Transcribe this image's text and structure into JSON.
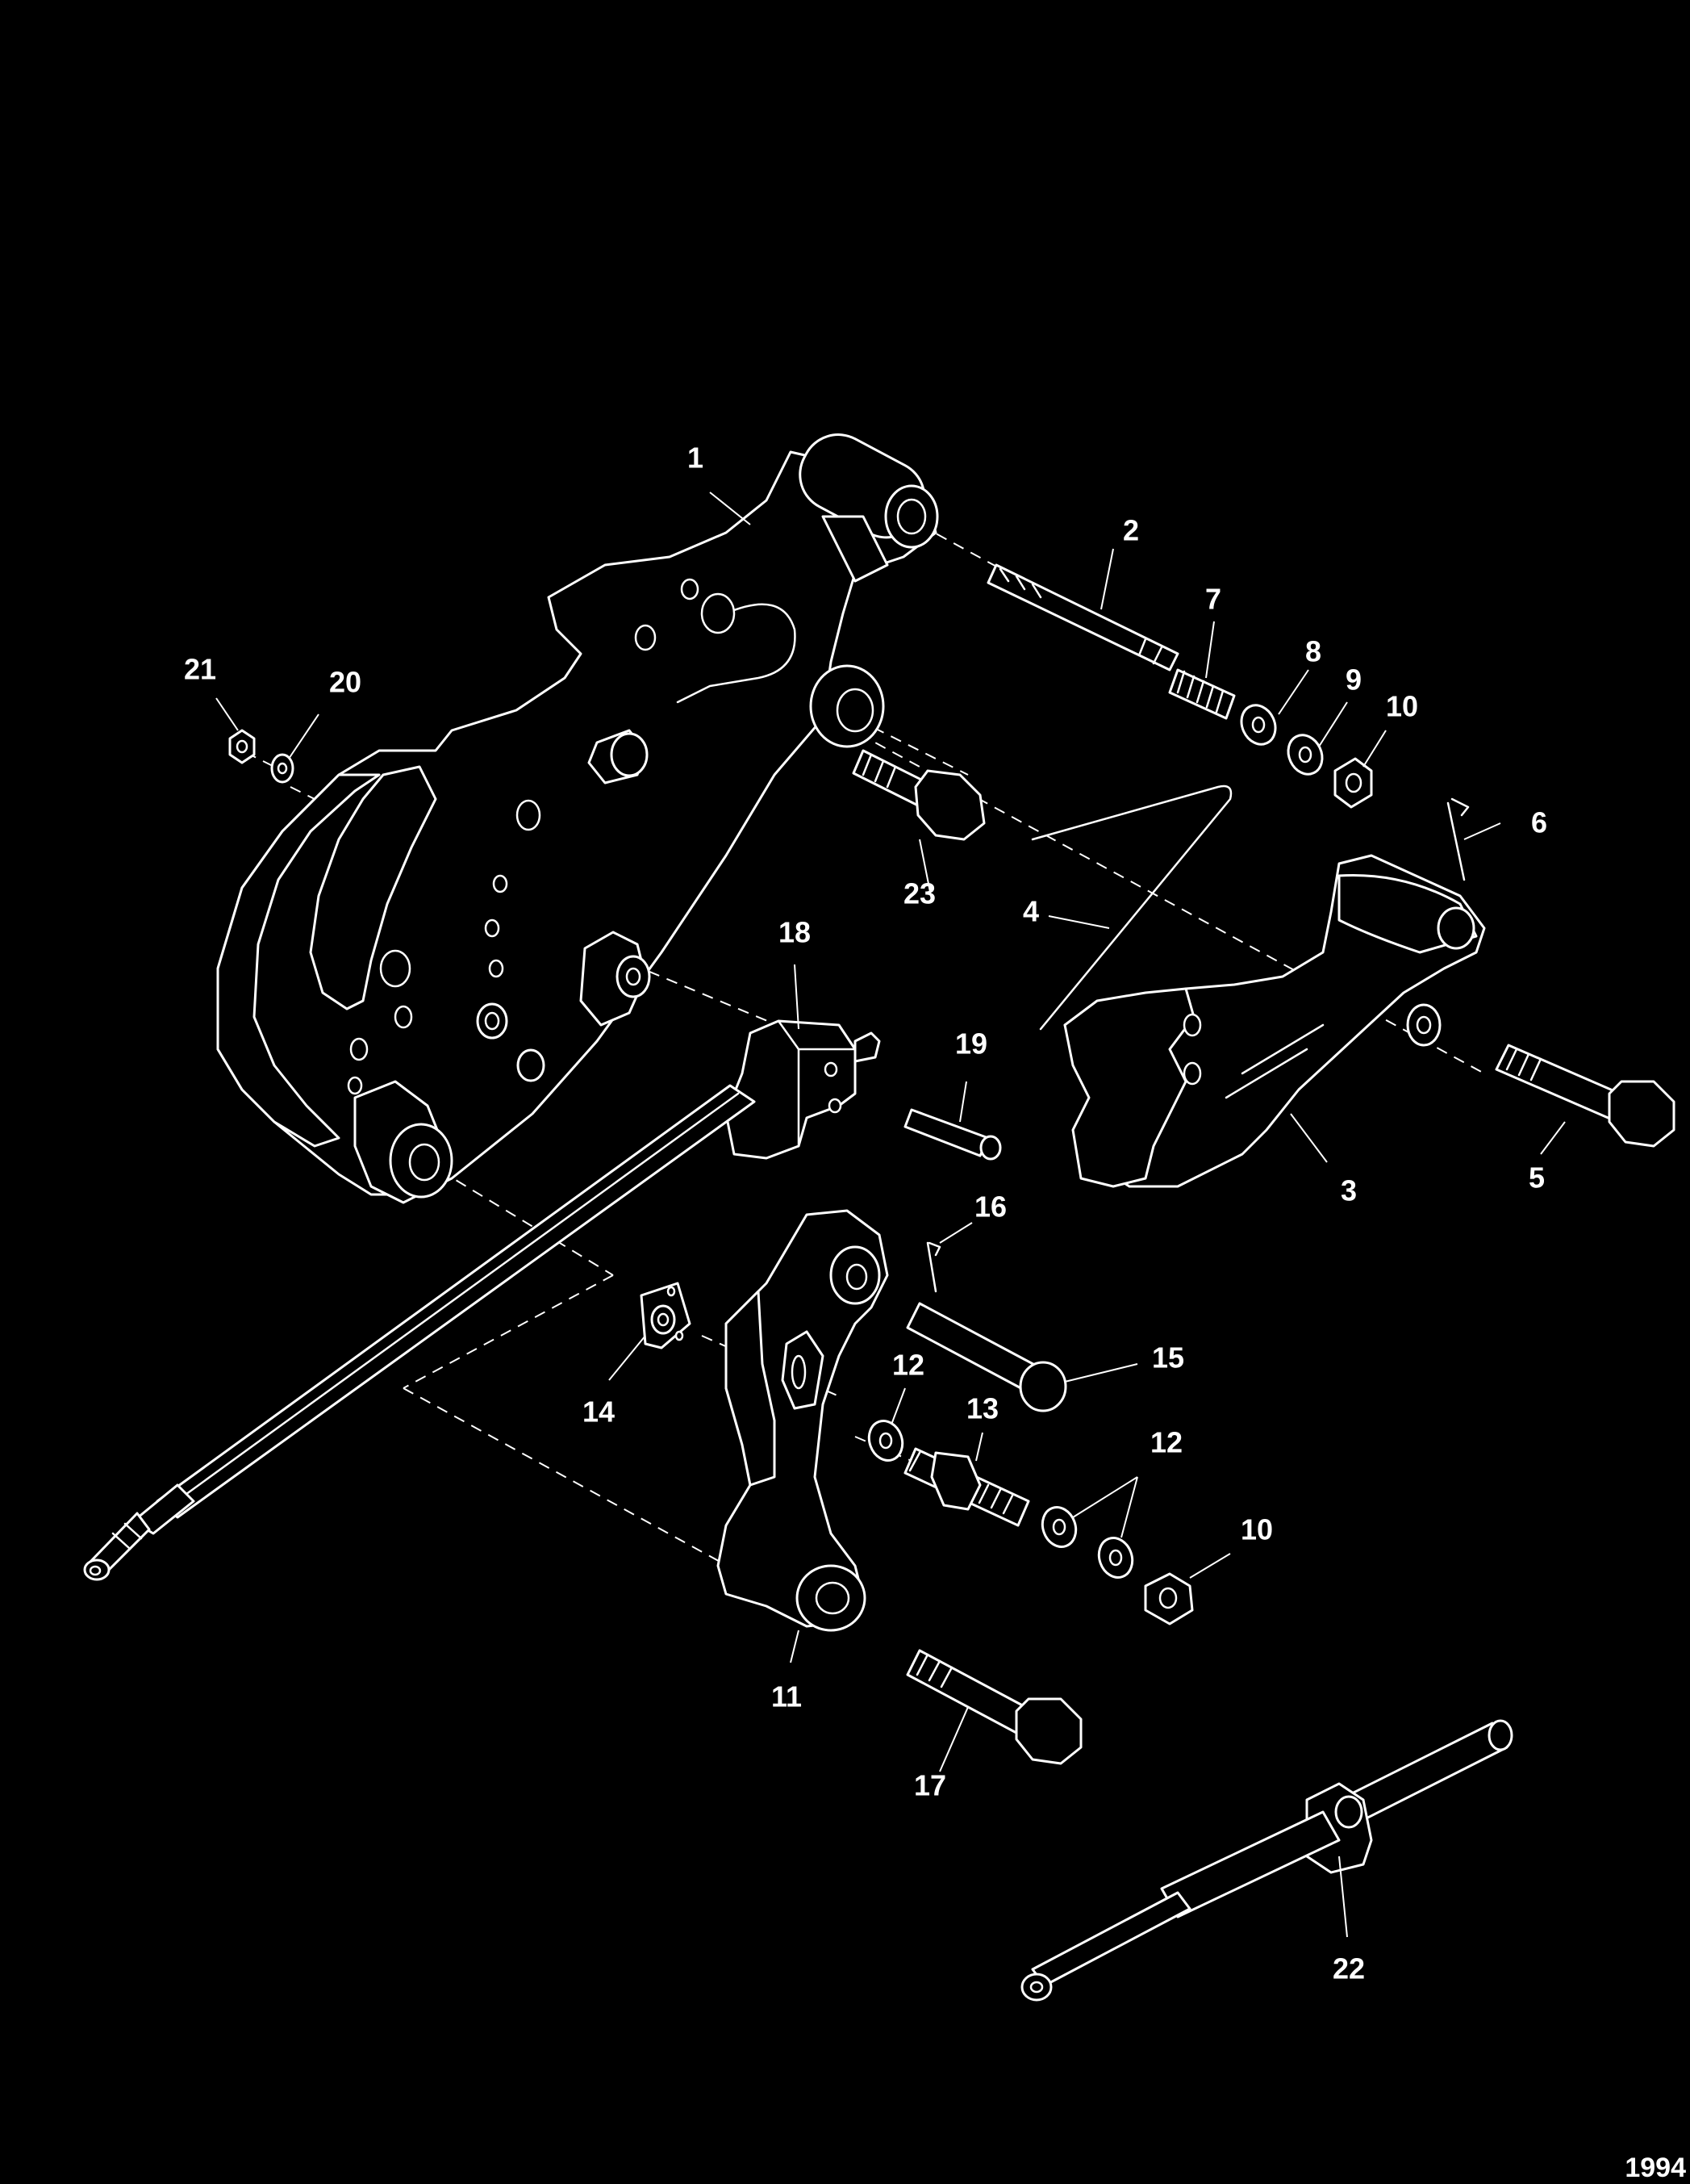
{
  "diagram": {
    "figure_number": "1994",
    "callouts": [
      {
        "key": "c1",
        "label": "1"
      },
      {
        "key": "c2",
        "label": "2"
      },
      {
        "key": "c3",
        "label": "3"
      },
      {
        "key": "c4",
        "label": "4"
      },
      {
        "key": "c5",
        "label": "5"
      },
      {
        "key": "c6",
        "label": "6"
      },
      {
        "key": "c7",
        "label": "7"
      },
      {
        "key": "c8",
        "label": "8"
      },
      {
        "key": "c9",
        "label": "9"
      },
      {
        "key": "c10a",
        "label": "10"
      },
      {
        "key": "c10b",
        "label": "10"
      },
      {
        "key": "c11",
        "label": "11"
      },
      {
        "key": "c12a",
        "label": "12"
      },
      {
        "key": "c12b",
        "label": "12"
      },
      {
        "key": "c13",
        "label": "13"
      },
      {
        "key": "c14",
        "label": "14"
      },
      {
        "key": "c15",
        "label": "15"
      },
      {
        "key": "c16",
        "label": "16"
      },
      {
        "key": "c17",
        "label": "17"
      },
      {
        "key": "c18",
        "label": "18"
      },
      {
        "key": "c19",
        "label": "19"
      },
      {
        "key": "c20",
        "label": "20"
      },
      {
        "key": "c21",
        "label": "21"
      },
      {
        "key": "c22",
        "label": "22"
      },
      {
        "key": "c23",
        "label": "23"
      }
    ]
  }
}
